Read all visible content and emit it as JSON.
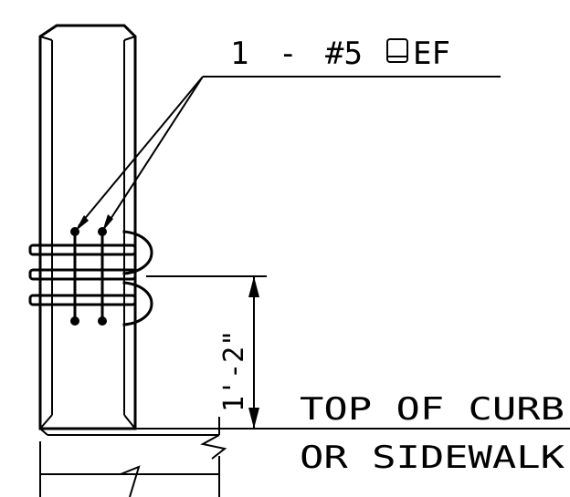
{
  "callout": {
    "count": "1",
    "separator": "-",
    "bar_size": "#5",
    "suffix": "EF"
  },
  "dimension": {
    "value": "1'-2\""
  },
  "notes": {
    "line1": "TOP OF CURB",
    "line2": "OR SIDEWALK"
  },
  "colors": {
    "ink": "#000000",
    "background": "#ffffff"
  },
  "icons": {
    "bar_shape": "rectangular-stirrup-icon"
  }
}
